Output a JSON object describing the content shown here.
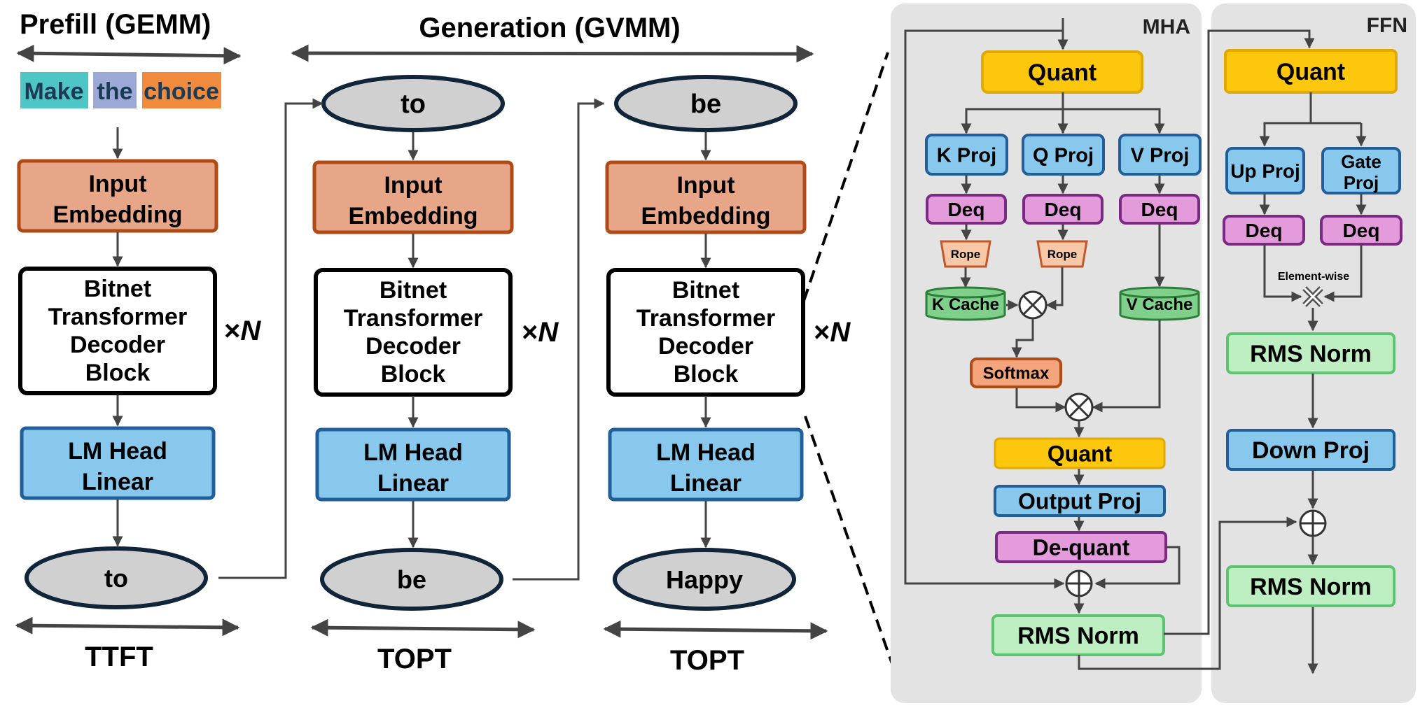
{
  "colors": {
    "embedding": "#E8A688",
    "embedding_stroke": "#B04A16",
    "lmhead": "#87C8EC",
    "lmhead_stroke": "#215F9A",
    "oval": "#D0D0D0",
    "oval_stroke": "#10253A",
    "quant": "#FDC70D",
    "quant_stroke": "#E2AA00",
    "deq": "#E39BDB",
    "deq_stroke": "#7B2A84",
    "rope": "#F7C8A8",
    "rope_stroke": "#C4562A",
    "cache": "#7FD08A",
    "cache_stroke": "#2E7D3A",
    "softmax": "#F4A57C",
    "norm": "#BDEFC3",
    "norm_stroke": "#5FC472",
    "panel": "#E3E3E3",
    "token_make": "#4EC6C6",
    "token_the": "#9CA8D6",
    "token_choice": "#F08A3C"
  },
  "header": {
    "prefill": "Prefill (GEMM)",
    "generation": "Generation (GVMM)"
  },
  "prompt_tokens": [
    "Make",
    "the",
    "choice"
  ],
  "columns": [
    {
      "input_token": "",
      "embedding": [
        "Input",
        "Embedding"
      ],
      "decoder": [
        "Bitnet",
        "Transformer",
        "Decoder",
        "Block"
      ],
      "repeat": "×",
      "repeat_n": "N",
      "lm_head": [
        "LM Head",
        "Linear"
      ],
      "output_token": "to",
      "metric": "TTFT"
    },
    {
      "input_token": "to",
      "embedding": [
        "Input",
        "Embedding"
      ],
      "decoder": [
        "Bitnet",
        "Transformer",
        "Decoder",
        "Block"
      ],
      "repeat": "×",
      "repeat_n": "N",
      "lm_head": [
        "LM Head",
        "Linear"
      ],
      "output_token": "be",
      "metric": "TOPT"
    },
    {
      "input_token": "be",
      "embedding": [
        "Input",
        "Embedding"
      ],
      "decoder": [
        "Bitnet",
        "Transformer",
        "Decoder",
        "Block"
      ],
      "repeat": "×",
      "repeat_n": "N",
      "lm_head": [
        "LM Head",
        "Linear"
      ],
      "output_token": "Happy",
      "metric": "TOPT"
    }
  ],
  "mha": {
    "title": "MHA",
    "quant": "Quant",
    "k_proj": "K Proj",
    "q_proj": "Q Proj",
    "v_proj": "V Proj",
    "deq": "Deq",
    "rope": "Rope",
    "k_cache": "K Cache",
    "v_cache": "V Cache",
    "softmax": "Softmax",
    "quant2": "Quant",
    "output_proj": "Output Proj",
    "dequant": "De-quant",
    "rms_norm": "RMS Norm"
  },
  "ffn": {
    "title": "FFN",
    "quant": "Quant",
    "up_proj": "Up Proj",
    "gate_proj": [
      "Gate",
      "Proj"
    ],
    "deq": "Deq",
    "elementwise": "Element-wise",
    "rms_norm1": "RMS Norm",
    "down_proj": "Down Proj",
    "rms_norm2": "RMS Norm"
  }
}
